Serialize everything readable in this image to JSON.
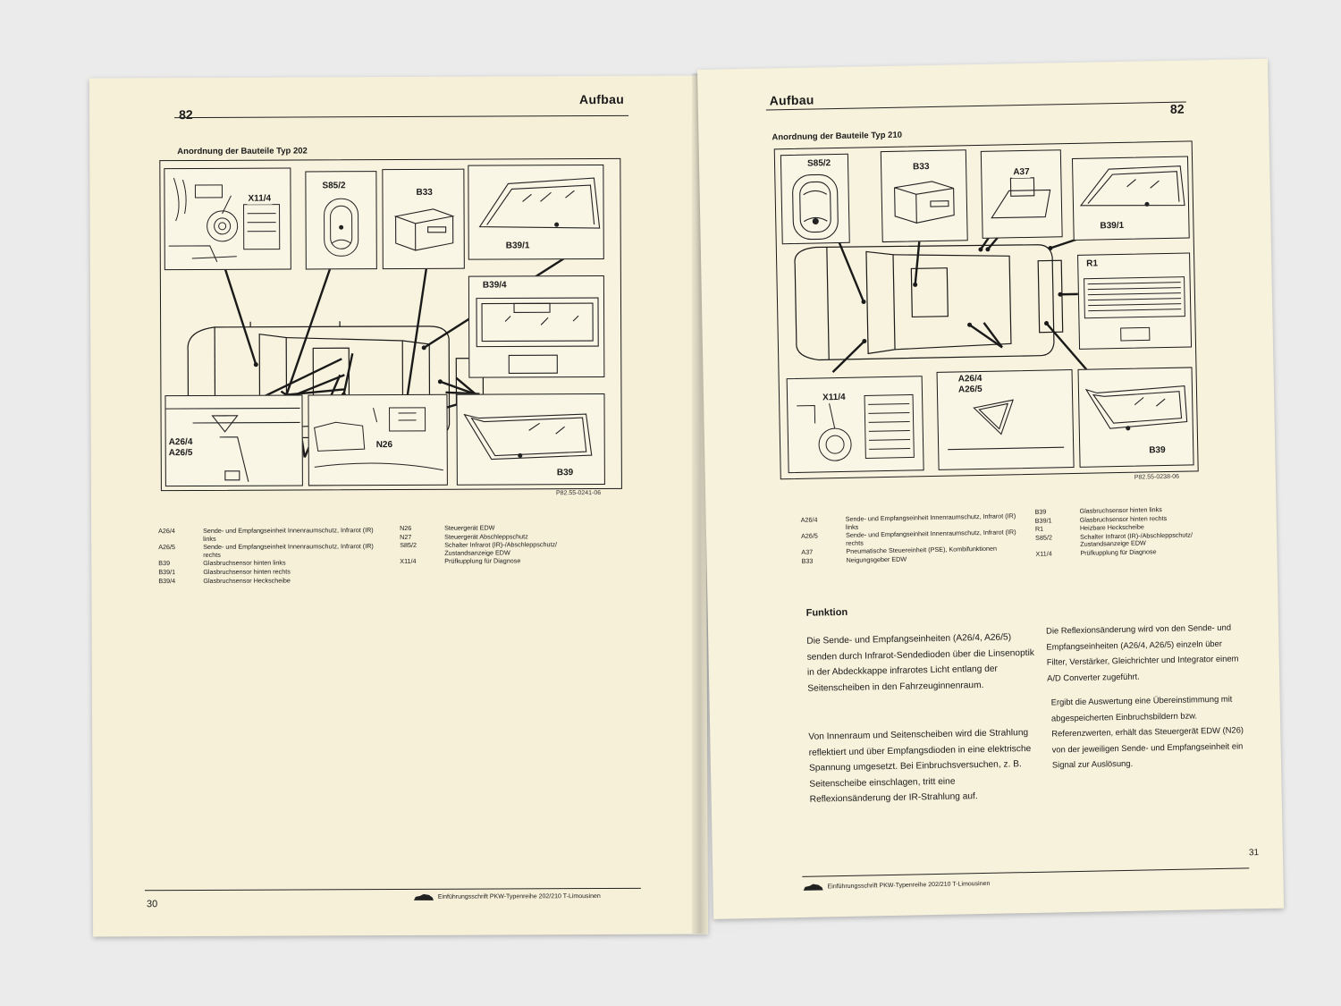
{
  "left_page": {
    "page_number_top": "82",
    "chapter": "Aufbau",
    "caption": "Anordnung der Bauteile Typ 202",
    "figure_code": "P82.55-0241-06",
    "panel_labels": {
      "x11_4": "X11/4",
      "s85_2": "S85/2",
      "b33": "B33",
      "b39_1": "B39/1",
      "b39_4": "B39/4",
      "a26_4": "A26/4",
      "a26_5": "A26/5",
      "n26": "N26",
      "b39": "B39"
    },
    "legend_left": [
      {
        "code": "A26/4",
        "text": "Sende- und Empfangseinheit Innenraumschutz, Infrarot (IR) links"
      },
      {
        "code": "A26/5",
        "text": "Sende- und Empfangseinheit Innenraumschutz, Infrarot (IR) rechts"
      },
      {
        "code": "B39",
        "text": "Glasbruchsensor hinten links"
      },
      {
        "code": "B39/1",
        "text": "Glasbruchsensor hinten rechts"
      },
      {
        "code": "B39/4",
        "text": "Glasbruchsensor Heckscheibe"
      }
    ],
    "legend_right": [
      {
        "code": "N26",
        "text": "Steuergerät EDW"
      },
      {
        "code": "N27",
        "text": "Steuergerät Abschleppschutz"
      },
      {
        "code": "S85/2",
        "text": "Schalter Infrarot (IR)-/Abschleppschutz/ Zustandsanzeige EDW"
      },
      {
        "code": "X11/4",
        "text": "Prüfkupplung für Diagnose"
      }
    ],
    "page_number_bottom": "30",
    "footer": "Einführungsschrift PKW-Typenreihe 202/210 T-Limousinen"
  },
  "right_page": {
    "chapter": "Aufbau",
    "page_number_top": "82",
    "caption": "Anordnung der Bauteile Typ 210",
    "figure_code": "P82.55-0238-06",
    "panel_labels": {
      "s85_2": "S85/2",
      "b33": "B33",
      "a37": "A37",
      "b39_1": "B39/1",
      "r1": "R1",
      "x11_4": "X11/4",
      "a26_4": "A26/4",
      "a26_5": "A26/5",
      "b39": "B39"
    },
    "legend_left": [
      {
        "code": "A26/4",
        "text": "Sende- und Empfangseinheit Innenraumschutz, Infrarot (IR) links"
      },
      {
        "code": "A26/5",
        "text": "Sende- und Empfangseinheit Innenraumschutz, Infrarot (IR) rechts"
      },
      {
        "code": "A37",
        "text": "Pneumatische Steuereinheit (PSE), Kombifunktionen"
      },
      {
        "code": "B33",
        "text": "Neigungsgeber EDW"
      }
    ],
    "legend_right": [
      {
        "code": "B39",
        "text": "Glasbruchsensor hinten links"
      },
      {
        "code": "B39/1",
        "text": "Glasbruchsensor hinten rechts"
      },
      {
        "code": "R1",
        "text": "Heizbare Heckscheibe"
      },
      {
        "code": "S85/2",
        "text": "Schalter Infrarot (IR)-/Abschleppschutz/ Zustandsanzeige EDW"
      },
      {
        "code": "X11/4",
        "text": "Prüfkupplung für Diagnose"
      }
    ],
    "heading": "Funktion",
    "col1_p1": "Die Sende- und Empfangseinheiten (A26/4, A26/5) senden durch Infrarot-Sendedioden über die Linsenoptik in der Abdeckkappe infrarotes Licht entlang der Seitenscheiben in den Fahrzeuginnenraum.",
    "col1_p2": "Von Innenraum und Seitenscheiben wird die Strahlung reflektiert und über Empfangsdioden in eine elektrische Spannung umgesetzt. Bei Einbruchsversuchen, z. B. Seitenscheibe einschlagen, tritt eine Reflexionsänderung der IR-Strahlung auf.",
    "col2_p1": "Die Reflexionsänderung wird von den Sende- und Empfangseinheiten (A26/4, A26/5) einzeln über Filter, Verstärker, Gleichrichter und Integrator einem A/D Converter zugeführt.",
    "col2_p2": "Ergibt die Auswertung eine Übereinstimmung mit abgespeicherten Einbruchsbildern bzw. Referenzwerten, erhält das Steuergerät EDW (N26) von der jeweiligen Sende- und Empfangseinheit ein Signal zur Auslösung.",
    "page_number_bottom": "31",
    "footer": "Einführungsschrift PKW-Typenreihe 202/210 T-Limousinen"
  },
  "icons": [
    "car-silhouette-icon"
  ]
}
